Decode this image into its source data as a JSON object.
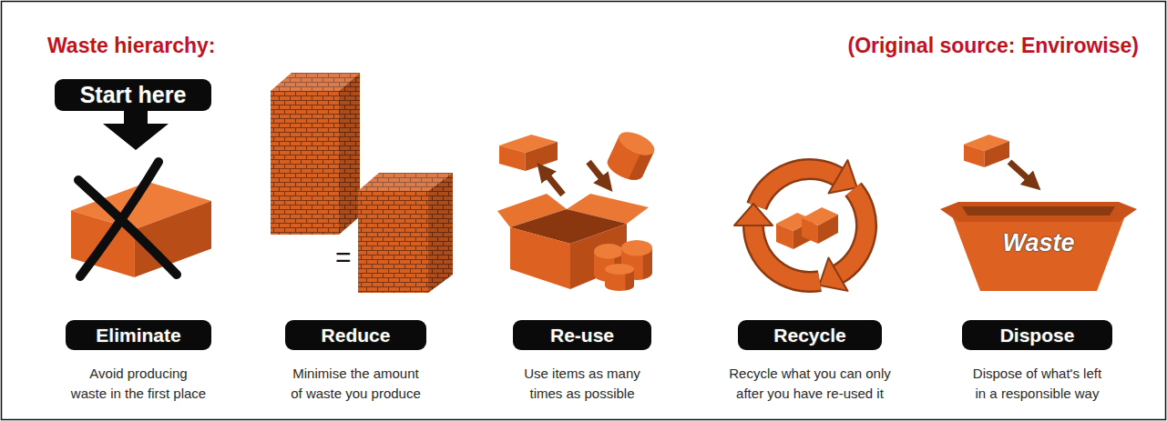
{
  "diagram": {
    "title": "Waste hierarchy:",
    "caption": "(Original source: Envirowise)",
    "nodes": [
      {
        "text": [
          "Start here"
        ]
      },
      {
        "text": [
          "Waste"
        ]
      },
      {
        "text": [
          "Eliminate",
          "Avoid producing waste in the first place"
        ]
      },
      {
        "text": [
          "Reduce",
          "Minimise the amount of waste you produce"
        ]
      },
      {
        "text": [
          "Re-use",
          "Use items as many times as possible"
        ]
      },
      {
        "text": [
          "Recycle",
          "Recycle what you can only after you have re-used it"
        ]
      },
      {
        "text": [
          "Dispose",
          "Dispose of what's left in a responsible way"
        ]
      }
    ],
    "labels": [
      "="
    ]
  }
}
